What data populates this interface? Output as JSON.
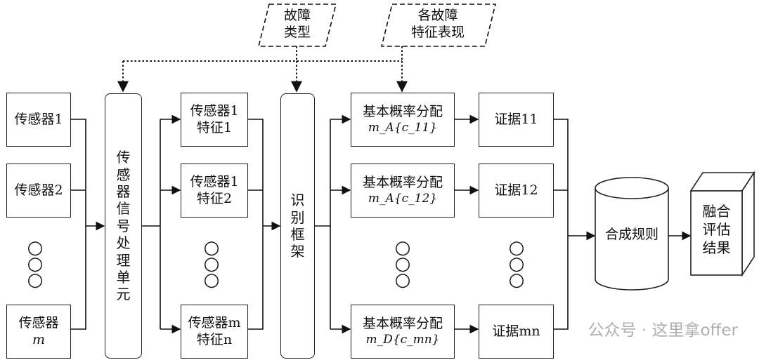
{
  "inputs": {
    "fault_type": [
      "故障",
      "类型"
    ],
    "fault_features": [
      "各故障",
      "特征表现"
    ]
  },
  "sensors": [
    {
      "line1": "传感器1",
      "line2": ""
    },
    {
      "line1": "传感器2",
      "line2": ""
    },
    {
      "line1": "传感器",
      "line2": "m"
    }
  ],
  "processing_unit": [
    "传",
    "感",
    "器",
    "信",
    "号",
    "处",
    "理",
    "单",
    "元"
  ],
  "features": [
    {
      "line1": "传感器1",
      "line2": "特征1"
    },
    {
      "line1": "传感器1",
      "line2": "特征2"
    },
    {
      "line1": "传感器m",
      "line2": "特征n"
    }
  ],
  "framework": [
    "识",
    "别",
    "框",
    "架"
  ],
  "bpa": [
    {
      "title": "基本概率分配",
      "formula": "m_A{c_11}"
    },
    {
      "title": "基本概率分配",
      "formula": "m_A{c_12}"
    },
    {
      "title": "基本概率分配",
      "formula": "m_D{c_mn}"
    }
  ],
  "evidence": [
    "证据11",
    "证据12",
    "证据mn"
  ],
  "combination_rule": "合成规则",
  "result": [
    "融合",
    "评估",
    "结果"
  ],
  "ellipsis": "○",
  "watermark": "公众号 · 这里拿offer"
}
